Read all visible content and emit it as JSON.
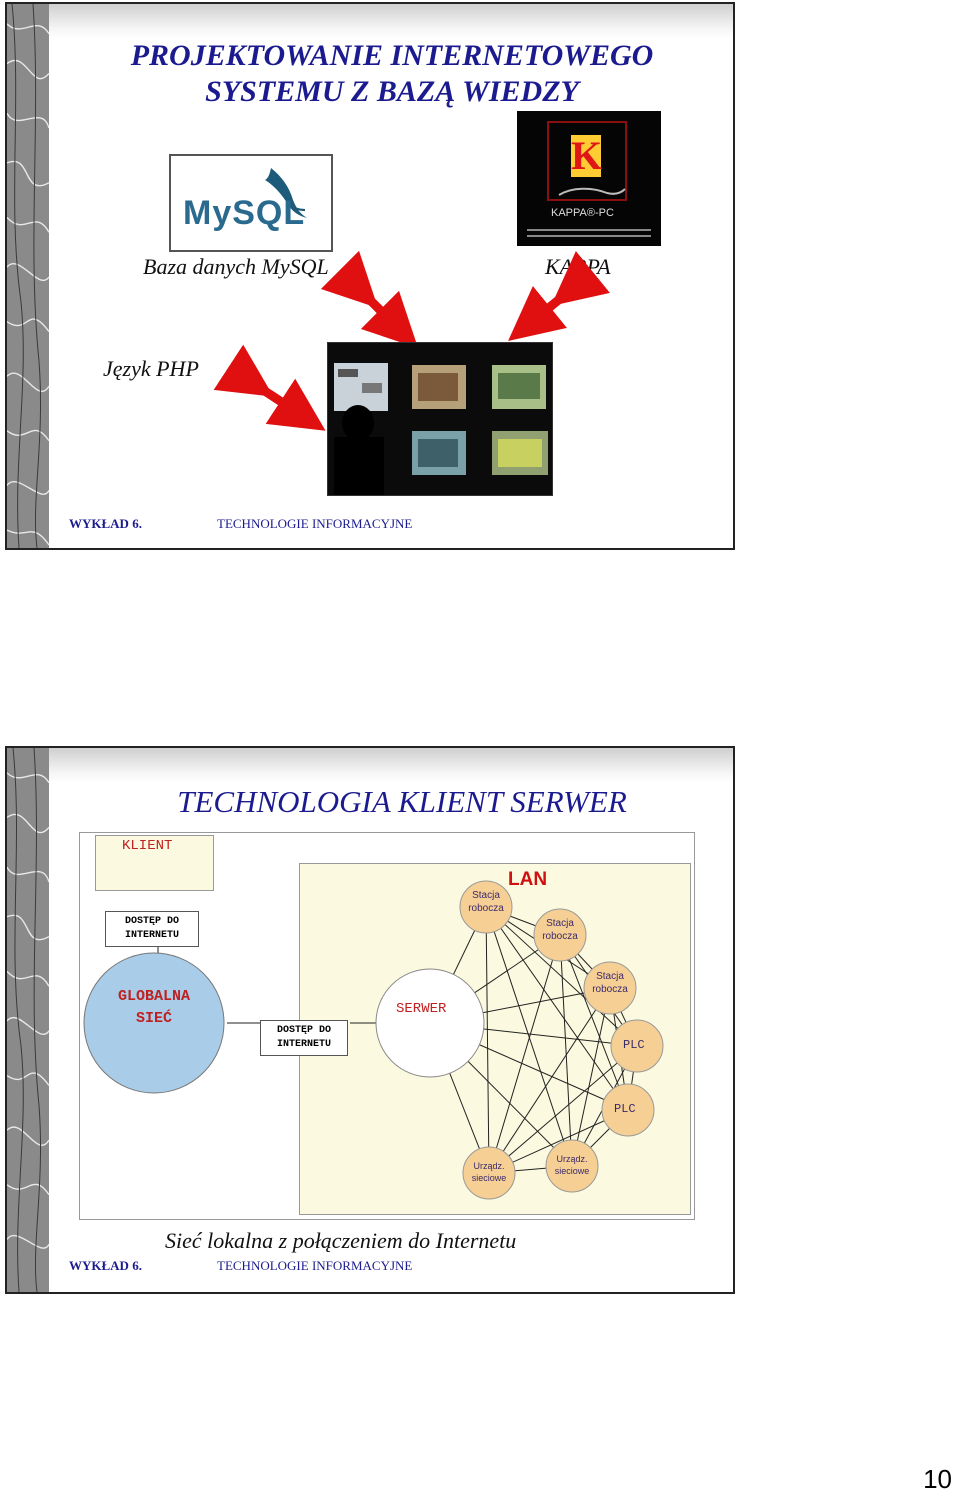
{
  "slide1": {
    "title_line1": "PROJEKTOWANIE INTERNETOWEGO",
    "title_line2": "SYSTEMU Z BAZĄ WIEDZY",
    "mysql_logo_text": "MySQL",
    "kappa_logo_letter": "K",
    "kappa_product": "KAPPA®-PC",
    "caption_mysql": "Baza danych MySQL",
    "caption_kappa": "KAPPA",
    "caption_php": "Język PHP",
    "footer_left": "WYKŁAD 6.",
    "footer_right": "TECHNOLOGIE INFORMACYJNE"
  },
  "slide2": {
    "title": "TECHNOLOGIA KLIENT SERWER",
    "diagram": {
      "klient": "KLIENT",
      "dostep1_line1": "DOSTĘP DO",
      "dostep1_line2": "INTERNETU",
      "globalna_line1": "GLOBALNA",
      "globalna_line2": "SIEĆ",
      "dostep2_line1": "DOSTĘP DO",
      "dostep2_line2": "INTERNETU",
      "lan": "LAN",
      "serwer": "SERWER",
      "stacja1_line1": "Stacja",
      "stacja1_line2": "robocza",
      "stacja2_line1": "Stacja",
      "stacja2_line2": "robocza",
      "stacja3_line1": "Stacja",
      "stacja3_line2": "robocza",
      "plc1": "PLC",
      "plc2": "PLC",
      "urz1_line1": "Urządz.",
      "urz1_line2": "sieciowe",
      "urz2_line1": "Urządz.",
      "urz2_line2": "sieciowe"
    },
    "caption": "Sieć lokalna z połączeniem do Internetu",
    "footer_left": "WYKŁAD 6.",
    "footer_right": "TECHNOLOGIE INFORMACYJNE"
  },
  "page_number": "10"
}
